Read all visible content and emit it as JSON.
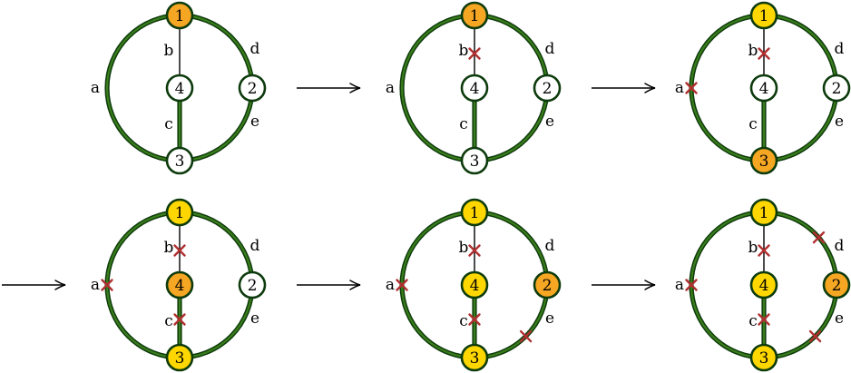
{
  "colors": {
    "unvisited": "#ffffff",
    "current": "#f5a623",
    "visited": "#ffd700",
    "cut": "#b03030"
  },
  "panels": [
    {
      "nodes": {
        "1": "current",
        "2": "unvisited",
        "3": "unvisited",
        "4": "unvisited"
      },
      "cuts": []
    },
    {
      "nodes": {
        "1": "current",
        "2": "unvisited",
        "3": "unvisited",
        "4": "unvisited"
      },
      "cuts": [
        "b"
      ]
    },
    {
      "nodes": {
        "1": "visited",
        "2": "unvisited",
        "3": "current",
        "4": "unvisited"
      },
      "cuts": [
        "b",
        "a"
      ]
    },
    {
      "nodes": {
        "1": "visited",
        "2": "unvisited",
        "3": "visited",
        "4": "current"
      },
      "cuts": [
        "b",
        "a",
        "c"
      ]
    },
    {
      "nodes": {
        "1": "visited",
        "2": "current",
        "3": "visited",
        "4": "visited"
      },
      "cuts": [
        "b",
        "a",
        "c",
        "e-low"
      ]
    },
    {
      "nodes": {
        "1": "visited",
        "2": "current",
        "3": "visited",
        "4": "visited"
      },
      "cuts": [
        "b",
        "a",
        "c",
        "e-low",
        "d-top"
      ]
    }
  ],
  "node_labels": [
    "1",
    "2",
    "3",
    "4"
  ],
  "edge_labels": {
    "a": "a",
    "b": "b",
    "c": "c",
    "d": "d",
    "e": "e"
  }
}
